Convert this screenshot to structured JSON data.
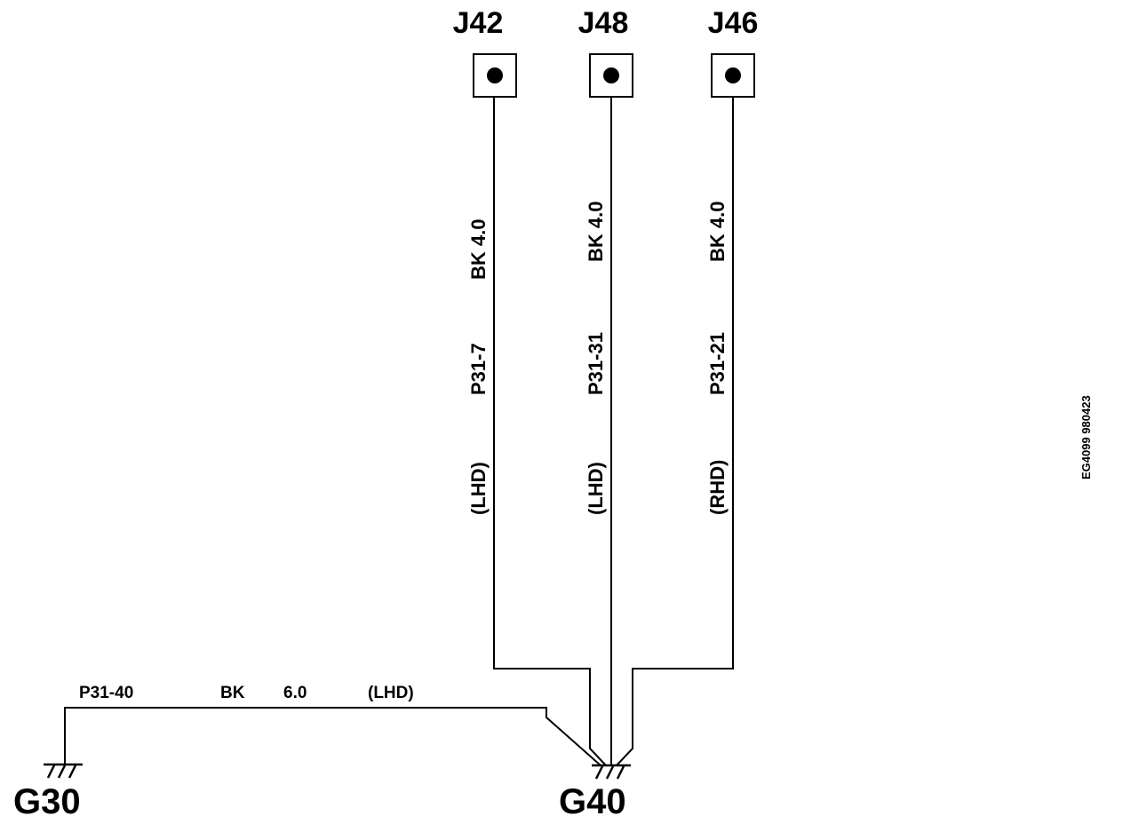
{
  "connectors": [
    {
      "id": "j42",
      "label": "J42",
      "circuit": "P31-7",
      "wire": "BK  4.0",
      "variant": "(LHD)"
    },
    {
      "id": "j48",
      "label": "J48",
      "circuit": "P31-31",
      "wire": "BK  4.0",
      "variant": "(LHD)"
    },
    {
      "id": "j46",
      "label": "J46",
      "circuit": "P31-21",
      "wire": "BK  4.0",
      "variant": "(RHD)"
    }
  ],
  "grounds": {
    "left": {
      "label": "G30"
    },
    "right": {
      "label": "G40"
    }
  },
  "ground_wire": {
    "circuit": "P31-40",
    "color": "BK",
    "gauge": "6.0",
    "variant": "(LHD)"
  },
  "reference_code": "EG4099 980423"
}
